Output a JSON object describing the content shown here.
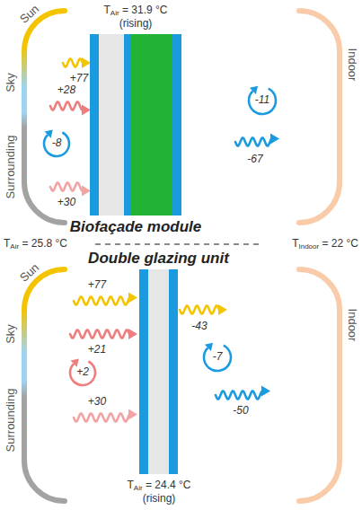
{
  "diagram": {
    "nodes": [
      {
        "text": [
          "Biofaçade module"
        ]
      },
      {
        "text": [
          "Double glazing unit"
        ]
      }
    ],
    "labels": [
      "TAir = 31.9 °C (rising)",
      "Sun",
      "Sky",
      "+77",
      "+28",
      "-8",
      "Surrounding",
      "+30",
      "-11",
      "-67",
      "Indoor",
      "TAir = 25.8 °C",
      "TIndoor = 22 °C",
      "Sun",
      "Sky",
      "+77",
      "+21",
      "+2",
      "Surrounding",
      "+30",
      "-43",
      "-7",
      "-50",
      "Indoor",
      "TAir = 24.4 °C (rising)"
    ]
  }
}
